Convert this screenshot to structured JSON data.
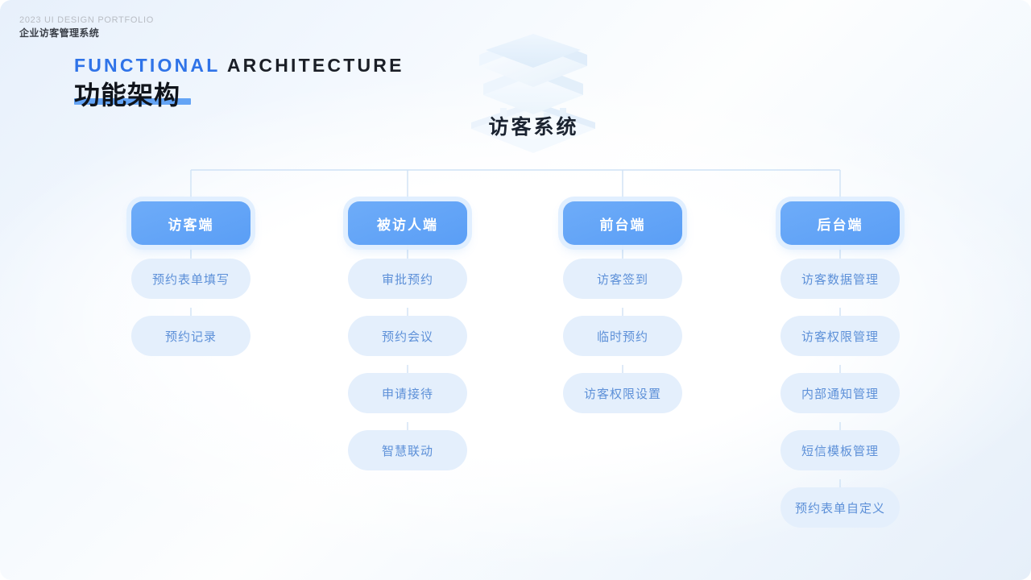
{
  "corner": {
    "en": "2023 UI DESIGN PORTFOLIO",
    "cn": "企业访客管理系统"
  },
  "title": {
    "en_highlight": "FUNCTIONAL",
    "en_rest": "ARCHITECTURE",
    "cn": "功能架构"
  },
  "hero": {
    "label": "访客系统",
    "icon": "building-3d-icon"
  },
  "colors": {
    "accent": "#2f73e8",
    "head_pill": "#5fa3f7",
    "head_halo": "#deeeff",
    "item_pill": "#e4effc",
    "item_text": "#5d90d8",
    "connector": "#cfe2f5"
  },
  "chart_data": {
    "type": "tree",
    "title": "功能架构",
    "root": "访客系统",
    "columns": [
      {
        "header": "访客端",
        "items": [
          "预约表单填写",
          "预约记录"
        ]
      },
      {
        "header": "被访人端",
        "items": [
          "审批预约",
          "预约会议",
          "申请接待",
          "智慧联动"
        ]
      },
      {
        "header": "前台端",
        "items": [
          "访客签到",
          "临时预约",
          "访客权限设置"
        ]
      },
      {
        "header": "后台端",
        "items": [
          "访客数据管理",
          "访客权限管理",
          "内部通知管理",
          "短信模板管理",
          "预约表单自定义"
        ]
      }
    ]
  }
}
